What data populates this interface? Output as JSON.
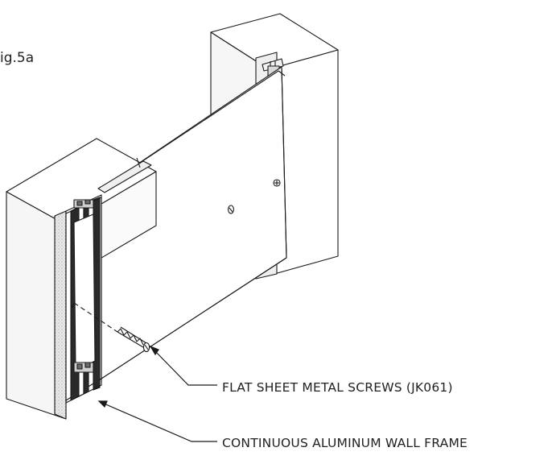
{
  "figure": {
    "label": "ig.5a"
  },
  "callouts": {
    "screws": "FLAT SHEET METAL SCREWS (JK061)",
    "frame": "CONTINUOUS ALUMINUM WALL FRAME"
  }
}
